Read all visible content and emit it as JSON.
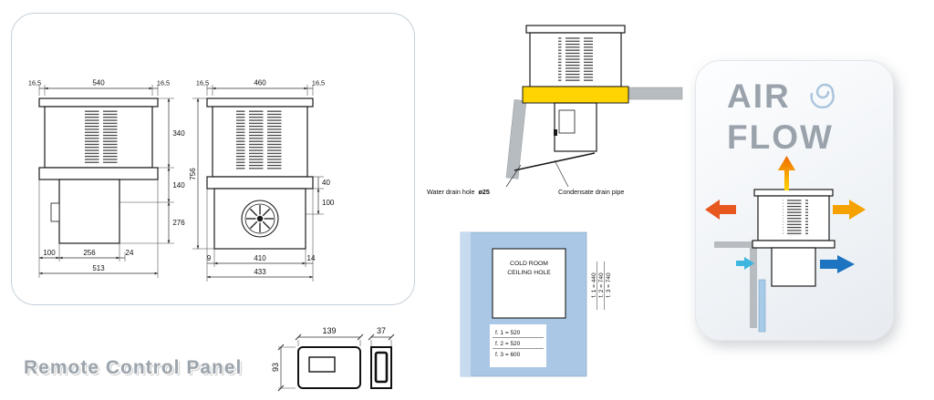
{
  "front_view": {
    "top_dims": [
      "16,5",
      "540",
      "16,5"
    ],
    "right_dims": [
      "340",
      "140",
      "276"
    ],
    "bottom_dims": [
      "100",
      "256",
      "24"
    ],
    "bottom_total": "513"
  },
  "side_view": {
    "top_dims": [
      "16,5",
      "460",
      "16,5"
    ],
    "left_total": "756",
    "right_dims": [
      "40",
      "100"
    ],
    "bottom_dims": [
      "9",
      "410",
      "14"
    ],
    "bottom_total": "433"
  },
  "installation": {
    "water_drain_label": "Water drain hole",
    "water_drain_size": "ø25",
    "condensate_label": "Condensate drain pipe"
  },
  "ceiling_hole": {
    "title_line1": "COLD ROOM",
    "title_line2": "CEILING HOLE",
    "side_dims": [
      "f. 1 = 440",
      "f. 2 = 740",
      "f. 3 = 740"
    ],
    "bottom_dims": [
      "f. 1 = 520",
      "f. 2 = 520",
      "f. 3 = 600"
    ]
  },
  "airflow": {
    "title_line1": "AIR",
    "title_line2": "FLOW"
  },
  "remote": {
    "title": "Remote Control Panel",
    "dim_width": "139",
    "dim_depth": "37",
    "dim_height": "93"
  },
  "colors": {
    "yellow_gasket": "#ffd400",
    "cold_room_blue": "#aac8e6",
    "ceiling_gray": "#b6bcc0",
    "warm_air_orange": "#f5a200",
    "warm_air_red": "#e8571e",
    "cold_air_blue": "#1d74c0",
    "cold_air_light_blue": "#3fb6e0",
    "panel_border": "#c6d0d8",
    "title_gray": "#9aa2ab"
  }
}
